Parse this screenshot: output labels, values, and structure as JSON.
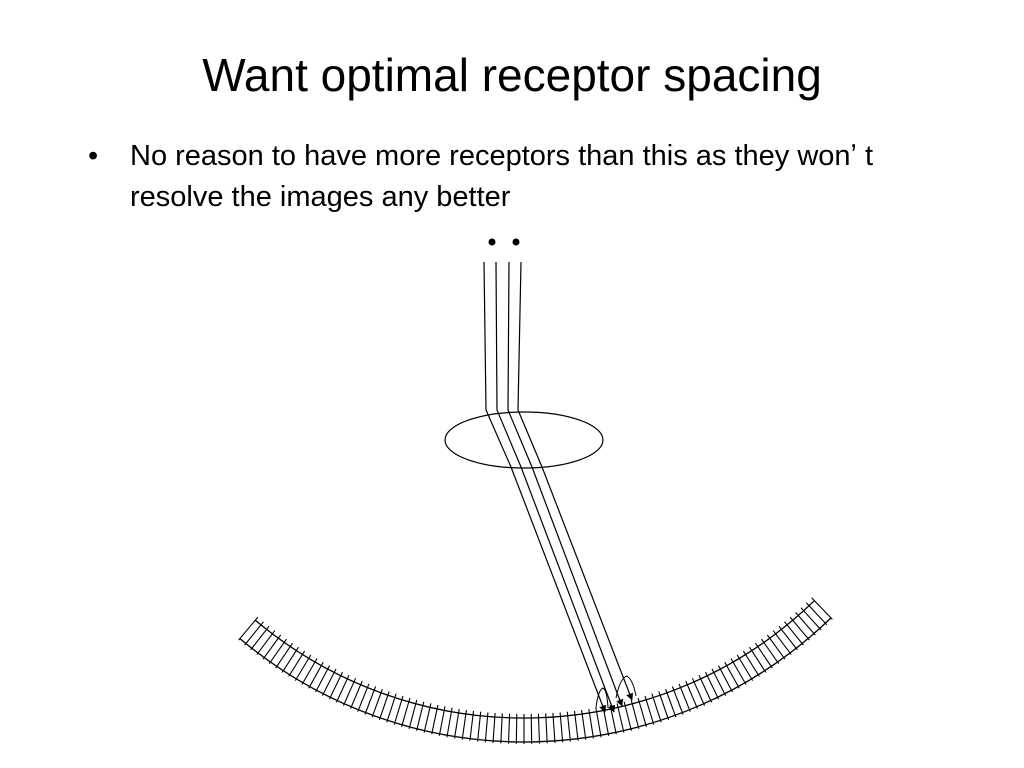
{
  "slide": {
    "title": "Want optimal receptor spacing",
    "bullets": [
      {
        "text": "No reason to have more receptors than this as they wonʼ t resolve the images any better"
      }
    ]
  },
  "diagram": {
    "objects": [
      "point-source",
      "point-source"
    ],
    "elements": [
      "light-rays",
      "lens",
      "retina",
      "photoreceptors",
      "arrowheads"
    ],
    "colors": {
      "stroke": "#000000",
      "background": "#ffffff"
    }
  }
}
